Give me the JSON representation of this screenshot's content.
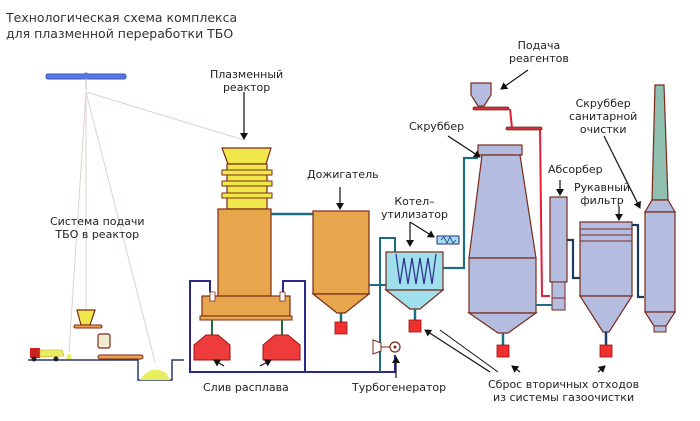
{
  "title": {
    "line1": "Технологическая схема комплекса",
    "line2": "для плазменной переработки ТБО"
  },
  "labels": {
    "feed_system": [
      "Система подачи",
      "ТБО в реактор"
    ],
    "plasma_reactor": [
      "Плазменный",
      "реактор"
    ],
    "afterburner": "Дожигатель",
    "waste_heat_boiler": [
      "Котел–",
      "утилизатор"
    ],
    "reagent_feed": [
      "Подача",
      "реагентов"
    ],
    "scrubber": "Скруббер",
    "absorber": "Абсорбер",
    "bag_filter": [
      "Рукавный",
      "фильтр"
    ],
    "sanitary_scrubber": [
      "Скруббер",
      "санитарной",
      "очистки"
    ],
    "melt_drain": "Слив расплава",
    "turbogenerator": "Турбогенератор",
    "secondary_waste": [
      "Сброс вторичных отходов",
      "из системы газоочистки"
    ]
  },
  "colors": {
    "reactor_orange": "#e8a64c",
    "reactor_yellow": "#f0e84a",
    "outline_brown": "#7a2a1a",
    "gas_blue_grey": "#b4bde0",
    "boiler_cyan": "#9fe0ec",
    "pipe_teal": "#1d6f80",
    "pipe_navy": "#2a2a8a",
    "pipe_red": "#e0203a",
    "waste_red": "#ee3030",
    "stack_green": "#8fbfae",
    "crane_blue": "#5a78e0"
  }
}
